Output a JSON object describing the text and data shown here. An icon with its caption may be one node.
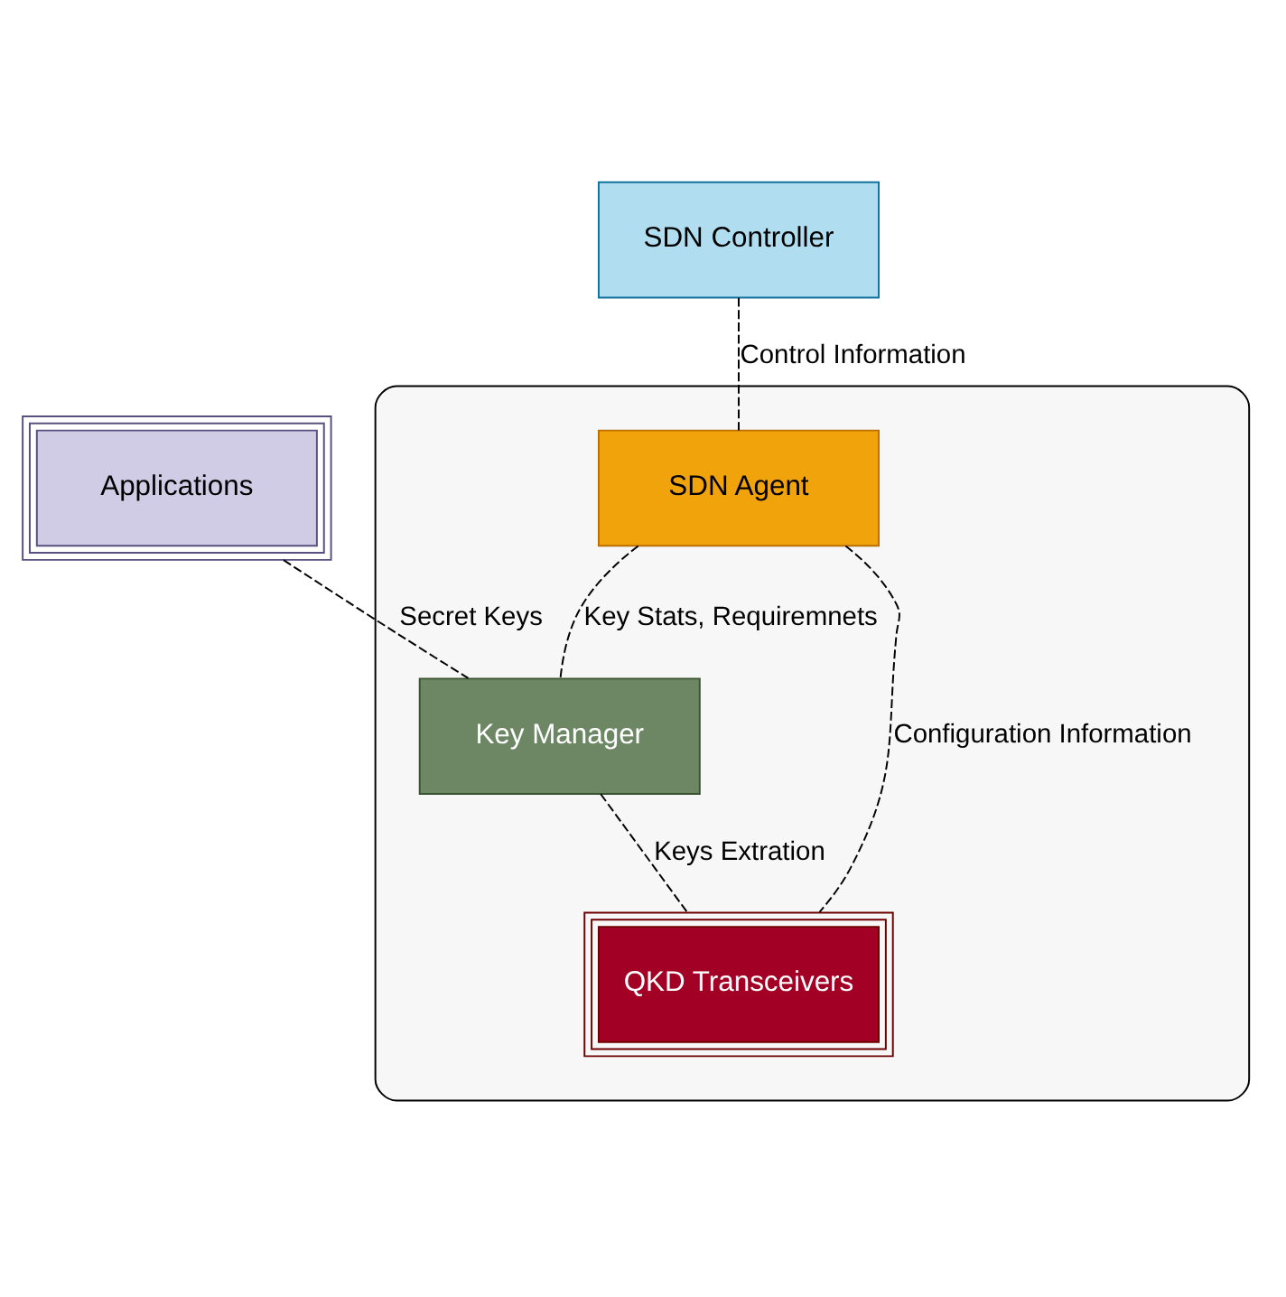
{
  "diagram": {
    "nodes": [
      {
        "text": [
          "Applications"
        ]
      },
      {
        "text": [
          "SDN Controller"
        ]
      },
      {
        "text": [],
        "shape": "box"
      },
      {
        "text": [
          "SDN Agent"
        ],
        "in": 2
      },
      {
        "text": [
          "Key Manager"
        ],
        "in": 2
      },
      {
        "text": [
          "QKD Transceivers"
        ],
        "in": 2
      }
    ],
    "edges": [
      {
        "from": 0,
        "to": 4,
        "arrow": "none",
        "label": "Secret Keys",
        "style": "dashed"
      },
      {
        "from": 1,
        "to": 3,
        "arrow": "none",
        "label": "Control Information",
        "style": "dashed"
      },
      {
        "from": 3,
        "to": 4,
        "arrow": "none",
        "label": "Key Stats, Requiremnets",
        "style": "dashed"
      },
      {
        "from": 3,
        "to": 5,
        "arrow": "none",
        "label": "Configuration Information",
        "style": "dashed"
      },
      {
        "from": 4,
        "to": 5,
        "arrow": "none",
        "label": "Keys Extration",
        "style": "dashed"
      }
    ]
  }
}
